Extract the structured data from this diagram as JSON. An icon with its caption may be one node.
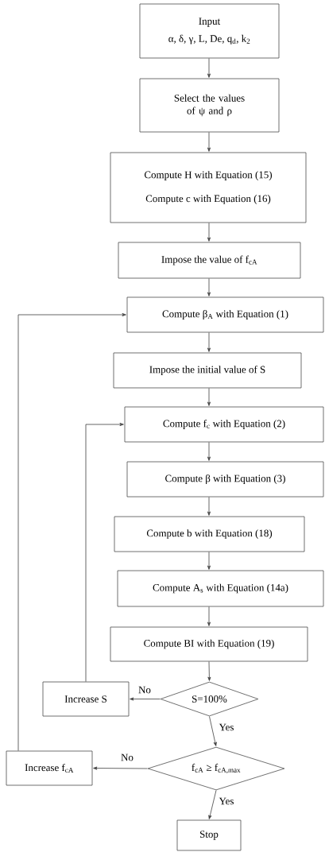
{
  "diagram": {
    "nodes": [
      {
        "text": [
          "Input",
          "α, δ, γ, L, De, q$_{d}$, k$_{2}$"
        ]
      },
      {
        "text": [
          "Select the values of ψ and ρ"
        ]
      },
      {
        "text": [
          "Compute H with Equation (15)",
          "Compute c with Equation (16)"
        ]
      },
      {
        "text": [
          "Impose the value of f$_{cA}$"
        ]
      },
      {
        "text": [
          "Compute β$_{A}$ with Equation (1)"
        ]
      },
      {
        "text": [
          "Impose the initial value of S"
        ]
      },
      {
        "text": [
          "Compute f$_{c}$ with Equation (2)"
        ]
      },
      {
        "text": [
          "Compute β with Equation (3)"
        ]
      },
      {
        "text": [
          "Compute b with Equation (18)"
        ]
      },
      {
        "text": [
          "Compute A$_{s}$ with Equation (14a)"
        ]
      },
      {
        "text": [
          "Compute BI with Equation (19)"
        ]
      },
      {
        "text": [
          "S=100%"
        ]
      },
      {
        "text": [
          "Increase S"
        ]
      },
      {
        "text": [
          "f$_{cA}$ ≥ f$_{cA,max}$"
        ]
      },
      {
        "text": [
          "Increase f$_{cA}$"
        ]
      },
      {
        "text": [
          "Stop"
        ]
      }
    ],
    "edges": [
      {
        "from": 0,
        "to": 1,
        "arrow": "to"
      },
      {
        "from": 1,
        "to": 2,
        "arrow": "to"
      },
      {
        "from": 2,
        "to": 3,
        "arrow": "to"
      },
      {
        "from": 3,
        "to": 4,
        "arrow": "to"
      },
      {
        "from": 4,
        "to": 5,
        "arrow": "to"
      },
      {
        "from": 5,
        "to": 6,
        "arrow": "to"
      },
      {
        "from": 6,
        "to": 7,
        "arrow": "to"
      },
      {
        "from": 7,
        "to": 8,
        "arrow": "to"
      },
      {
        "from": 8,
        "to": 9,
        "arrow": "to"
      },
      {
        "from": 9,
        "to": 10,
        "arrow": "to"
      },
      {
        "from": 10,
        "to": 11,
        "arrow": "to"
      },
      {
        "from": 11,
        "to": 12,
        "arrow": "to",
        "label": "No"
      },
      {
        "from": 11,
        "to": 13,
        "arrow": "to",
        "label": "Yes"
      },
      {
        "from": 13,
        "to": 14,
        "arrow": "to",
        "label": "No"
      },
      {
        "from": 13,
        "to": 15,
        "arrow": "to",
        "label": "Yes"
      },
      {
        "from": 12,
        "to": 6,
        "arrow": "to"
      },
      {
        "from": 14,
        "to": 4,
        "arrow": "to"
      }
    ]
  }
}
